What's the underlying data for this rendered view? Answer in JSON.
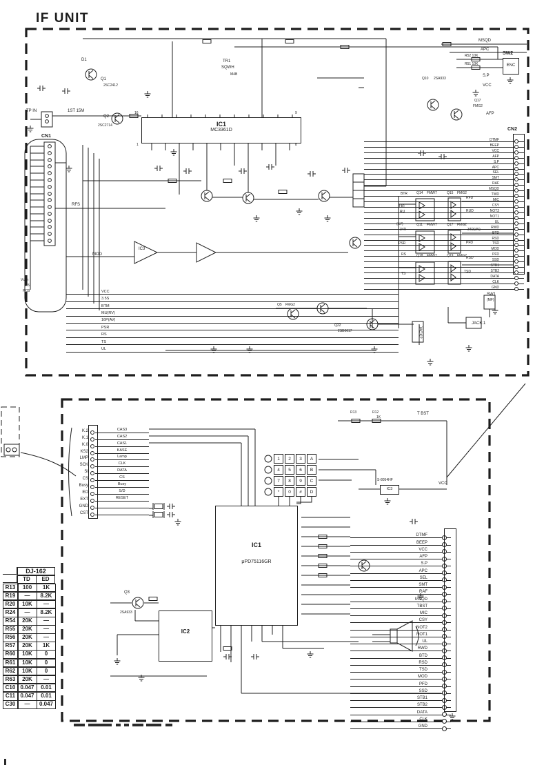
{
  "if_unit": {
    "title": "IF UNIT",
    "cn1": "CN1",
    "cn2": "CN2",
    "cn2_pins": [
      "DTMF",
      "BEEP",
      "VCC",
      "AFP",
      "S.P",
      "APC",
      "SEL",
      "SMT",
      "RAF",
      "MSQD",
      "TWD",
      "MIC",
      "CSY",
      "NOT2",
      "NOT1",
      "UL",
      "RWD",
      "BTD",
      "RSD",
      "TSD",
      "MOD",
      "PFD",
      "SSD",
      "STB1",
      "STB2",
      "DATA",
      "CLK",
      "GND"
    ],
    "ic1": "IC1",
    "ic1_part": "MC3361D",
    "ic1_pin_tl": "16",
    "ic1_pin_tr": "9",
    "ic1_pin_bl": "1",
    "ic1_pin_br": "8",
    "opamp": "IC3",
    "sw2": "SW2",
    "sw2_label": "ENC",
    "bus_nets": [
      "VCC",
      "3.5S",
      "BTM",
      "MU(RV)",
      "16P(AV)",
      "PSR",
      "RS",
      "TS",
      "UL"
    ],
    "labels": {
      "tp_in": "TP IN",
      "first_if": "1ST 15M",
      "d1": "D1",
      "q1": "Q1",
      "q1_part": "2SC2412",
      "q2": "Q2",
      "q2_part": "2SC2714",
      "tr1": "TR1",
      "tr1_part": "SQWH",
      "m4b": "M4B",
      "rfs": "RFS",
      "mod": "MOD",
      "vcon": "Vcon",
      "v15": "1.5",
      "pcb": "PCB",
      "msqd": "MSQD",
      "apc": "APC",
      "r52": "R52 10K",
      "r51": "R51 10K",
      "sp": "S.P",
      "vcc": "VCC",
      "q10": "Q10",
      "q10_part": "2SA933",
      "q17": "Q17",
      "q17_part": "FMG2",
      "afp": "AFP",
      "q14": "Q14",
      "q14_part": "FMW7",
      "q15": "Q15",
      "q15_part": "FMG2",
      "rfd": "RFD",
      "rud": "RUD",
      "q11": "Q11",
      "q11_part": "FMW7",
      "q16": "Q17",
      "q16_part": "FMG2",
      "d34": "34D(AV)",
      "pfd": "PFD",
      "q18": "Q18",
      "q18_part": "FMW7",
      "q19": "Q19",
      "q19_part": "FMG2",
      "rsd": "RSD",
      "tsd": "TSD",
      "btr": "BTR",
      "fb": "(FB)",
      "ru": "RU",
      "av": "(AV)",
      "r34": "34R",
      "psr": "PSR",
      "rs": "RS",
      "ts": "TS",
      "sw1": "SW1",
      "mf": "(MF)",
      "jack1": "JACK:1",
      "jack2": "JACK2",
      "q5": "Q5",
      "q5_part": "FMG2",
      "q22": "Q22",
      "q22_part": "2SB0617"
    }
  },
  "cpu_unit": {
    "ic1": "IC1",
    "ic1_part": "μPD75116GR",
    "ic2": "IC2",
    "ic3": "IC3",
    "ic3_part": "S-8054HF",
    "left_conn": {
      "rows": [
        {
          "pin": "K.2",
          "net": "CAS3"
        },
        {
          "pin": "K.1",
          "net": "CAS2"
        },
        {
          "pin": "K.0",
          "net": "CAS1"
        },
        {
          "pin": "KS2",
          "net": "KASE"
        },
        {
          "pin": "LMP",
          "net": "Lamp"
        },
        {
          "pin": "SCK",
          "net": "CLK"
        },
        {
          "pin": "SI",
          "net": "DATA"
        },
        {
          "pin": "CS",
          "net": "CS"
        },
        {
          "pin": "Busy",
          "net": "Busy"
        },
        {
          "pin": "EO",
          "net": "S/D"
        },
        {
          "pin": "EXT",
          "net": "RESET"
        },
        {
          "pin": "GND",
          "net": ""
        },
        {
          "pin": "CST",
          "net": ""
        }
      ]
    },
    "right_pins": [
      "DTMF",
      "BEEP",
      "VCC",
      "AFP",
      "S.P",
      "APC",
      "SEL",
      "SMT",
      "RAF",
      "MSQD",
      "TBST",
      "MIC",
      "CSY",
      "NOT2",
      "NOT1",
      "UL",
      "RWD",
      "BTD",
      "RSD",
      "TSD",
      "MOD",
      "PFD",
      "SSD",
      "STB1",
      "STB2",
      "DATA",
      "CLK",
      "GND"
    ],
    "keypad": [
      "1",
      "2",
      "3",
      "A",
      "4",
      "5",
      "6",
      "B",
      "7",
      "8",
      "9",
      "C",
      "*",
      "0",
      "#",
      "D"
    ],
    "labels": {
      "tbst": "T BST",
      "r13": "R13",
      "r12": "R12",
      "r12_val": "1K",
      "q3": "Q3",
      "q3_part": "2SA933",
      "vcc": "VCC"
    }
  },
  "parts_table": {
    "model": "DJ-162",
    "col_td": "TD",
    "col_ed": "ED",
    "rows": [
      {
        "id": "R13",
        "td": "100",
        "ed": "1K"
      },
      {
        "id": "R19",
        "td": "—",
        "ed": "8.2K"
      },
      {
        "id": "R20",
        "td": "10K",
        "ed": "—"
      },
      {
        "id": "R24",
        "td": "—",
        "ed": "8.2K"
      },
      {
        "id": "R54",
        "td": "20K",
        "ed": "—"
      },
      {
        "id": "R55",
        "td": "20K",
        "ed": "—"
      },
      {
        "id": "R56",
        "td": "20K",
        "ed": "—"
      },
      {
        "id": "R57",
        "td": "20K",
        "ed": "1K"
      },
      {
        "id": "R60",
        "td": "10K",
        "ed": "0"
      },
      {
        "id": "R61",
        "td": "10K",
        "ed": "0"
      },
      {
        "id": "R62",
        "td": "10K",
        "ed": "0"
      },
      {
        "id": "R63",
        "td": "20K",
        "ed": "—"
      },
      {
        "id": "C10",
        "td": "0.047",
        "ed": "0.01"
      },
      {
        "id": "C11",
        "td": "0.047",
        "ed": "0.01"
      },
      {
        "id": "C30",
        "td": "—",
        "ed": "0.047"
      }
    ]
  }
}
